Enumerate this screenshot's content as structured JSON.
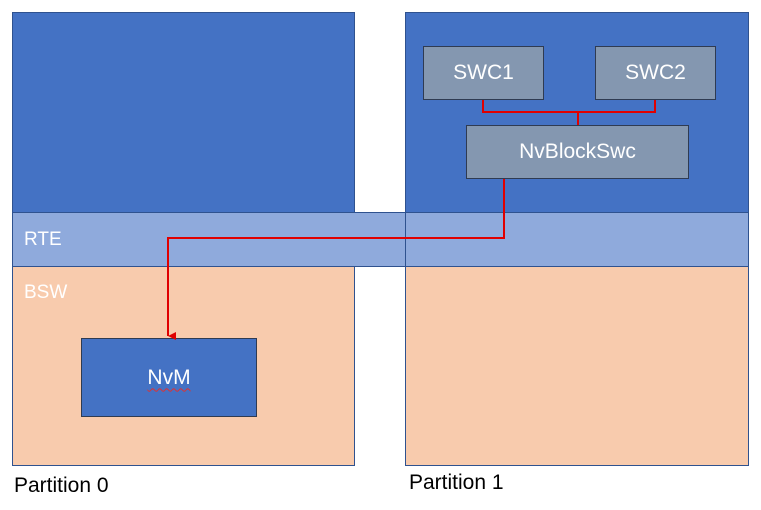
{
  "diagram": {
    "layers": {
      "rte_label": "RTE",
      "bsw_label": "BSW"
    },
    "components": {
      "swc1": "SWC1",
      "swc2": "SWC2",
      "nvblockswc": "NvBlockSwc",
      "nvm": "NvM"
    },
    "partitions": {
      "p0": "Partition 0",
      "p1": "Partition 1"
    },
    "colors": {
      "application_layer": "#4472c4",
      "rte_layer": "#8faadc",
      "bsw_layer": "#f8cbad",
      "component": "#8497b0",
      "connector": "#e00000"
    }
  }
}
